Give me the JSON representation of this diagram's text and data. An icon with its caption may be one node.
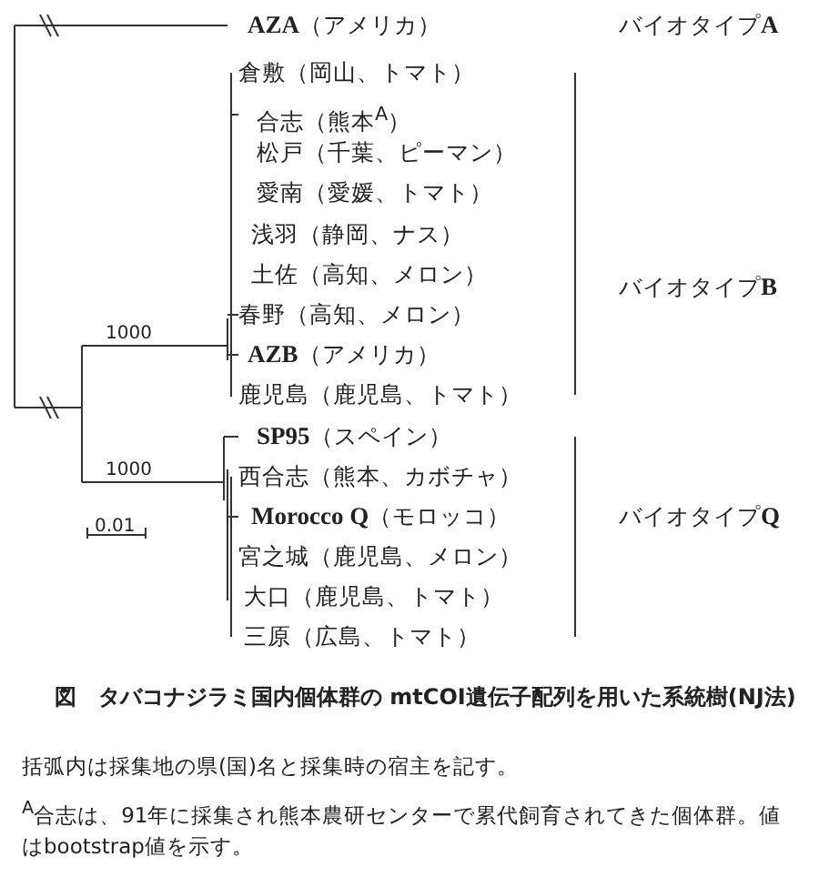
{
  "diagram": {
    "title": "図　タバコナジラミ国内個体群の mtCOI遺伝子配列を用いた系統樹(NJ法)",
    "nodes": [
      {
        "text": [
          "**AZA**（アメリカ）"
        ]
      },
      {
        "text": [
          "倉敷（岡山、トマト）"
        ]
      },
      {
        "text": [
          "合志（熊本$^{A}$）"
        ]
      },
      {
        "text": [
          "松戸（千葉、ピーマン）"
        ]
      },
      {
        "text": [
          "愛南（愛媛、トマト）"
        ]
      },
      {
        "text": [
          "浅羽（静岡、ナス）"
        ]
      },
      {
        "text": [
          "土佐（高知、メロン）"
        ]
      },
      {
        "text": [
          "春野（高知、メロン）"
        ]
      },
      {
        "text": [
          "**AZB**（アメリカ）"
        ]
      },
      {
        "text": [
          "鹿児島（鹿児島、トマト）"
        ]
      },
      {
        "text": [
          "**SP95**（スペイン）"
        ]
      },
      {
        "text": [
          "西合志（熊本、カボチャ）"
        ]
      },
      {
        "text": [
          "**Morocco Q**（モロッコ）"
        ]
      },
      {
        "text": [
          "宮之城（鹿児島、メロン）"
        ]
      },
      {
        "text": [
          "大口（鹿児島、トマト）"
        ]
      },
      {
        "text": [
          "三原（広島、トマト）"
        ]
      }
    ],
    "labels": [
      "バイオタイプ**A**",
      "バイオタイプ**B**",
      "1000",
      "1000",
      "バイオタイプ**Q**",
      "0.01",
      "括弧内は採集地の県(国)名と採集時の宿主を記す。",
      "$^{A}$合志は、91年に採集され熊本農研センターで累代飼育されてきた個体群。値はbootstrap値を示す。"
    ]
  }
}
